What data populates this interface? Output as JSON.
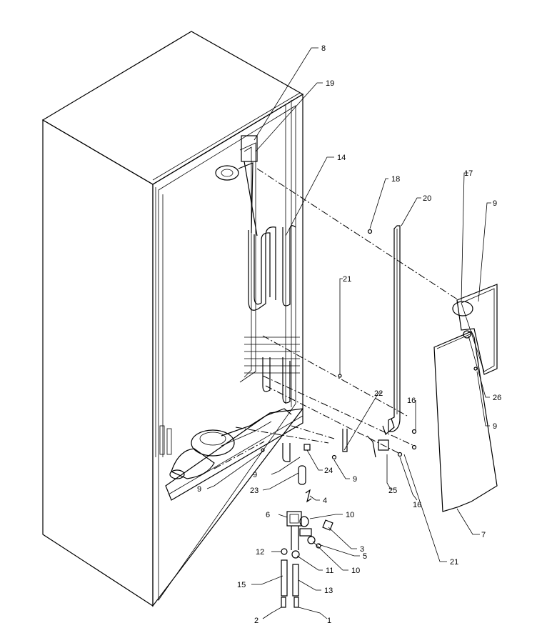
{
  "diagram": {
    "callouts": [
      {
        "id": "c8",
        "text": "8"
      },
      {
        "id": "c19",
        "text": "19"
      },
      {
        "id": "c14",
        "text": "14"
      },
      {
        "id": "c18",
        "text": "18"
      },
      {
        "id": "c20",
        "text": "20"
      },
      {
        "id": "c17",
        "text": "17"
      },
      {
        "id": "c9a",
        "text": "9"
      },
      {
        "id": "c21a",
        "text": "21"
      },
      {
        "id": "c22",
        "text": "22"
      },
      {
        "id": "c16a",
        "text": "16"
      },
      {
        "id": "c26",
        "text": "26"
      },
      {
        "id": "c9b",
        "text": "9"
      },
      {
        "id": "c9c",
        "text": "9"
      },
      {
        "id": "c9d",
        "text": "9"
      },
      {
        "id": "c24",
        "text": "24"
      },
      {
        "id": "c9e",
        "text": "9"
      },
      {
        "id": "c23",
        "text": "23"
      },
      {
        "id": "c4",
        "text": "4"
      },
      {
        "id": "c25",
        "text": "25"
      },
      {
        "id": "c16b",
        "text": "16"
      },
      {
        "id": "c7",
        "text": "7"
      },
      {
        "id": "c6",
        "text": "6"
      },
      {
        "id": "c10a",
        "text": "10"
      },
      {
        "id": "c3",
        "text": "3"
      },
      {
        "id": "c5",
        "text": "5"
      },
      {
        "id": "c12",
        "text": "12"
      },
      {
        "id": "c10b",
        "text": "10"
      },
      {
        "id": "c11",
        "text": "11"
      },
      {
        "id": "c21b",
        "text": "21"
      },
      {
        "id": "c15",
        "text": "15"
      },
      {
        "id": "c13",
        "text": "13"
      },
      {
        "id": "c2",
        "text": "2"
      },
      {
        "id": "c1",
        "text": "1"
      }
    ]
  }
}
